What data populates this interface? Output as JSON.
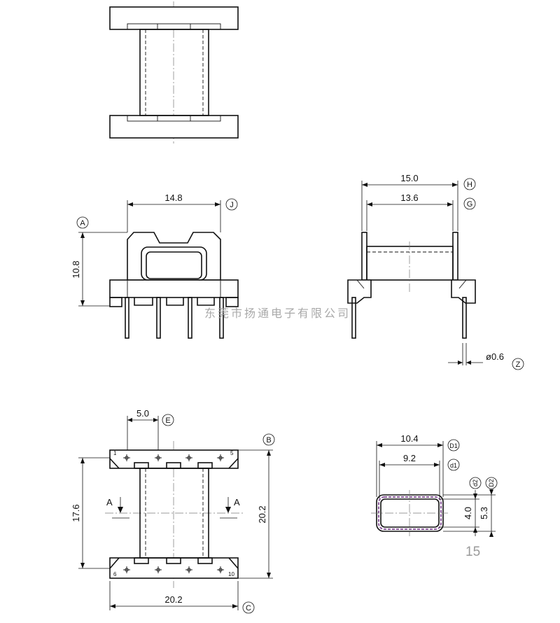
{
  "dims": {
    "top_width": "14.8",
    "front_height": "10.8",
    "side_outer": "15.0",
    "side_inner": "13.6",
    "pin_dia": "ø0.6",
    "pin_offset": "5.0",
    "bottom_length": "17.6",
    "bottom_height": "20.2",
    "bottom_width": "20.2",
    "core_outer": "10.4",
    "core_inner": "9.2",
    "core_h_inner": "4.0",
    "core_h_outer": "5.3"
  },
  "tags": {
    "A": "A",
    "J": "J",
    "H": "H",
    "G": "G",
    "Z": "Z",
    "E": "E",
    "B": "B",
    "C": "C",
    "D1": "D1",
    "d1": "d1",
    "d2": "d2",
    "D2": "D2"
  },
  "section_marks": {
    "left": "A",
    "right": "A"
  },
  "pin_numbers": {
    "p1": "1",
    "p5": "5",
    "p6": "6",
    "p10": "10"
  },
  "watermark": "东莞市扬通电子有限公司",
  "page_number": "15"
}
